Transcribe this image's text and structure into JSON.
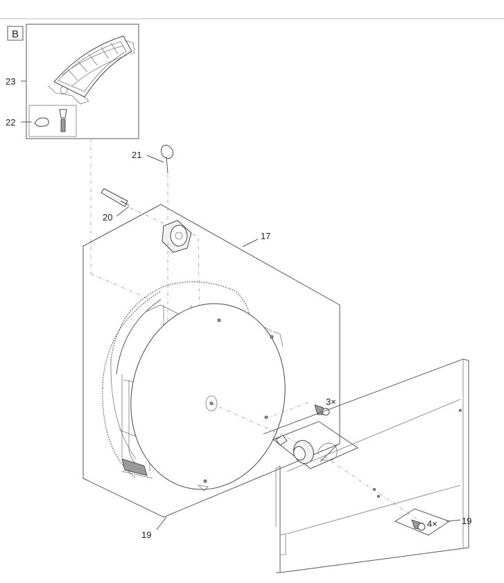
{
  "section_label": "B",
  "callouts": {
    "c23": "23",
    "c22": "22",
    "c21": "21",
    "c20": "20",
    "c17": "17",
    "c3x": "3×",
    "c4x": "4×",
    "c19a": "19",
    "c19b": "19"
  },
  "colors": {
    "line": "#555555",
    "face": "#f2f2f2",
    "dash": "#9a9a9a"
  }
}
